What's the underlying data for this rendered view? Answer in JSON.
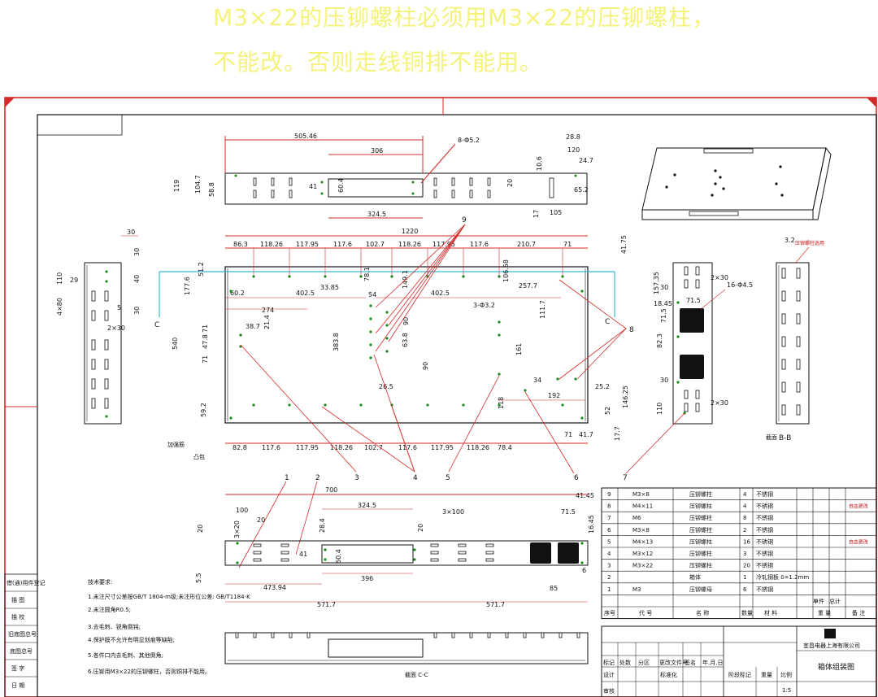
{
  "notes": {
    "line1": "M3×22的压铆螺柱必须用M3×22的压铆螺柱，",
    "line2": "不能改。否则走线铜排不能用。"
  },
  "top_view": {
    "dims": [
      "505.46",
      "306",
      "8-Φ5.2",
      "28.8",
      "120",
      "24.7",
      "10.6",
      "119",
      "104.7",
      "58.8",
      "41",
      "60.4",
      "20",
      "65.2",
      "324.5",
      "17",
      "105"
    ]
  },
  "front_view": {
    "dims_top": [
      "1220",
      "86.3",
      "118.26",
      "117.95",
      "117.6",
      "102.7",
      "118.26",
      "117.95",
      "117.6",
      "210.7",
      "71",
      "41.75"
    ],
    "dims_inner": [
      "51.2",
      "177.6",
      "60.2",
      "402.5",
      "33.85",
      "78.1",
      "54",
      "149.1",
      "402.5",
      "106.58",
      "257.7",
      "274",
      "38.7",
      "21.4",
      "3-Φ3.2",
      "111.7",
      "71",
      "47.8",
      "383.8",
      "90",
      "63.8",
      "90",
      "161",
      "540",
      "71",
      "26.5",
      "34",
      "192",
      "25.2",
      "118",
      "146.25",
      "59.2",
      "52",
      "71",
      "41.7",
      "17.7"
    ],
    "dims_bottom": [
      "82.8",
      "117.6",
      "117.95",
      "118.26",
      "102.7",
      "117.6",
      "117.95",
      "118.26",
      "78.4"
    ],
    "section_c_left": "C",
    "section_c_right": "C",
    "caption_a": "加强筋",
    "caption_b": "凸包"
  },
  "side_left": {
    "dims": [
      "30",
      "30",
      "110",
      "29",
      "40",
      "5",
      "30",
      "4×80",
      "2×30"
    ]
  },
  "side_right": {
    "dims": [
      "157.35",
      "30",
      "2×30",
      "16-Φ4.5",
      "18.45",
      "71.5",
      "71.5",
      "82.3",
      "30",
      "110",
      "2×30"
    ]
  },
  "section_bb": {
    "dim": "3.2",
    "note": "压铆螺柱选用",
    "title": "B-B",
    "label": "截面"
  },
  "callouts": [
    "9",
    "8",
    "1",
    "2",
    "3",
    "4",
    "5",
    "6",
    "7"
  ],
  "bottom_view": {
    "dims": [
      "700",
      "41.45",
      "100",
      "20",
      "324.5",
      "3×100",
      "71.5",
      "20",
      "3×20",
      "28.4",
      "20",
      "16.45",
      "41",
      "60.4",
      "5.5",
      "473.94",
      "396",
      "85",
      "6",
      "571.7",
      "571.7"
    ]
  },
  "section_cc": {
    "label": "截面 C-C"
  },
  "tech_reqs": {
    "title": "技术要求:",
    "items": [
      "1.未注尺寸公差按GB/T 1804-m级;未注形位公差: GB/T1184-K",
      "2.未注圆角R0.5;",
      "3.去毛刺、锐角倒钝;",
      "4.保护膜不允许有明显划痕等缺陷;",
      "5.各件口内去毛刺、其他倒角;",
      "6.压铆用M3×22的压铆螺柱，否则铜排不能用。"
    ]
  },
  "bom": {
    "rows": [
      {
        "no": "9",
        "code": "M3×8",
        "name": "压铆螺柱",
        "qty": "4",
        "mat": "不锈钢",
        "note": ""
      },
      {
        "no": "8",
        "code": "M4×11",
        "name": "压铆螺柱",
        "qty": "4",
        "mat": "不锈钢",
        "note": "自由更改"
      },
      {
        "no": "7",
        "code": "M6",
        "name": "压铆螺柱",
        "qty": "8",
        "mat": "不锈钢",
        "note": ""
      },
      {
        "no": "6",
        "code": "M3×8",
        "name": "压铆螺柱",
        "qty": "2",
        "mat": "不锈钢",
        "note": ""
      },
      {
        "no": "5",
        "code": "M4×13",
        "name": "压铆螺柱",
        "qty": "16",
        "mat": "不锈钢",
        "note": "自由更改"
      },
      {
        "no": "4",
        "code": "M3×12",
        "name": "压铆螺柱",
        "qty": "3",
        "mat": "不锈钢",
        "note": ""
      },
      {
        "no": "3",
        "code": "M3×22",
        "name": "压铆螺柱",
        "qty": "20",
        "mat": "不锈钢",
        "note": ""
      },
      {
        "no": "2",
        "code": "",
        "name": "箱体",
        "qty": "1",
        "mat": "冷轧钢板 δ=1.2mm",
        "note": ""
      },
      {
        "no": "1",
        "code": "M3",
        "name": "压铆螺母",
        "qty": "6",
        "mat": "不锈钢",
        "note": ""
      }
    ],
    "header": {
      "no": "序号",
      "code": "代  号",
      "name": "名  称",
      "qty": "数量",
      "mat": "材  料",
      "unit": "单件",
      "total": "总计",
      "weight": "重  量",
      "note": "备  注"
    }
  },
  "title_block": {
    "company": "宜昌电器上海有限公司",
    "drawing_name": "箱体组装图",
    "scale_label": "比例",
    "scale_value": "1:5",
    "weight_label": "重量",
    "stage_label": "阶段标记",
    "row_labels": [
      "标记",
      "处数",
      "分区",
      "更改文件号",
      "签名",
      "年.月.日"
    ],
    "design": "设计",
    "standard": "标准化",
    "review": "审核"
  },
  "left_strip": [
    "借(通)用件登记",
    "描  图",
    "描  校",
    "旧底图总号",
    "底图总号",
    "签  字",
    "日  期"
  ]
}
